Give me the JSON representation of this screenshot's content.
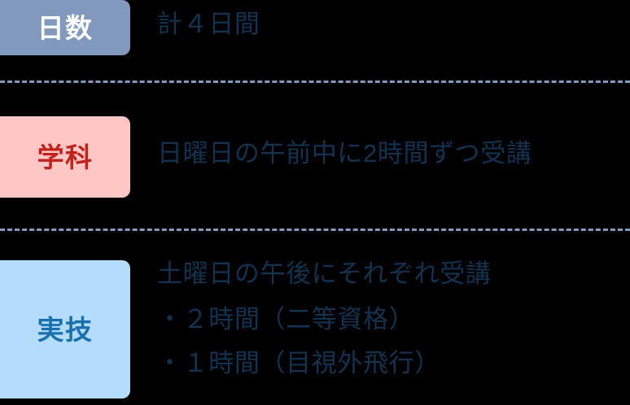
{
  "rows": [
    {
      "badge": {
        "label": "日数",
        "bg": "#8099bd",
        "fg": "#ffffff"
      },
      "content": {
        "text": "計４日間"
      }
    },
    {
      "badge": {
        "label": "学科",
        "bg": "#ffc6c6",
        "fg": "#c0221c"
      },
      "content": {
        "text": "日曜日の午前中に2時間ずつ受講"
      }
    },
    {
      "badge": {
        "label": "実技",
        "bg": "#b3ddfb",
        "fg": "#1a6fae"
      },
      "content": {
        "heading": "土曜日の午後にそれぞれ受講",
        "items": [
          "・２時間（二等資格）",
          "・１時間（目視外飛行）"
        ]
      }
    }
  ],
  "colors": {
    "background": "#000000",
    "body_text": "#123250",
    "divider": "#8099bd"
  }
}
